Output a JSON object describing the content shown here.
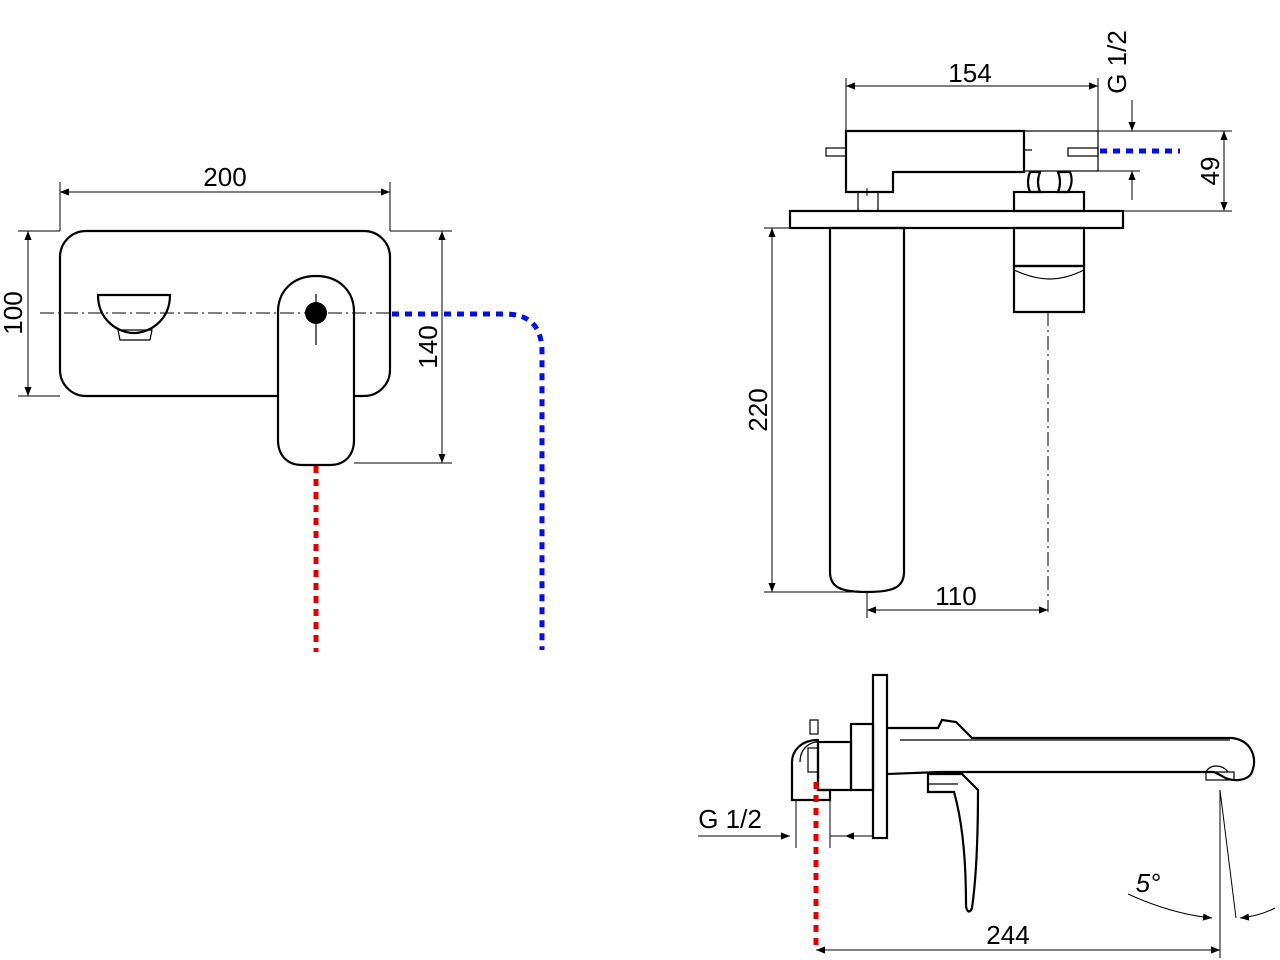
{
  "dimensions": {
    "front_width": "200",
    "front_height": "100",
    "front_total_height": "140",
    "side_top_length": "154",
    "side_thread": "G 1/2",
    "side_depth": "49",
    "side_spout_height": "220",
    "side_offset": "110",
    "bottom_thread": "G 1/2",
    "bottom_reach": "244",
    "bottom_angle": "5°"
  },
  "colors": {
    "hot_line": "#e00000",
    "cold_line": "#0010e0",
    "outline": "#000000"
  }
}
